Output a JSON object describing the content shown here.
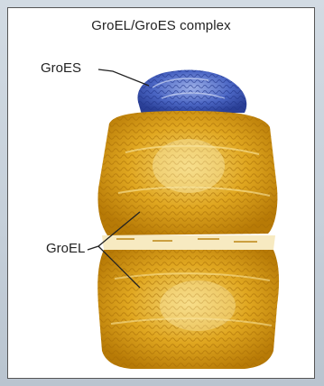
{
  "figure": {
    "title": "GroEL/GroES complex",
    "labels": {
      "groes": "GroES",
      "groel": "GroEL"
    }
  },
  "colors": {
    "groes_blue": "#2f4fb0",
    "groes_light": "#8ea4e0",
    "groel_gold": "#d99a14",
    "groel_light": "#f2cf6a",
    "groel_dark": "#a66e06"
  }
}
